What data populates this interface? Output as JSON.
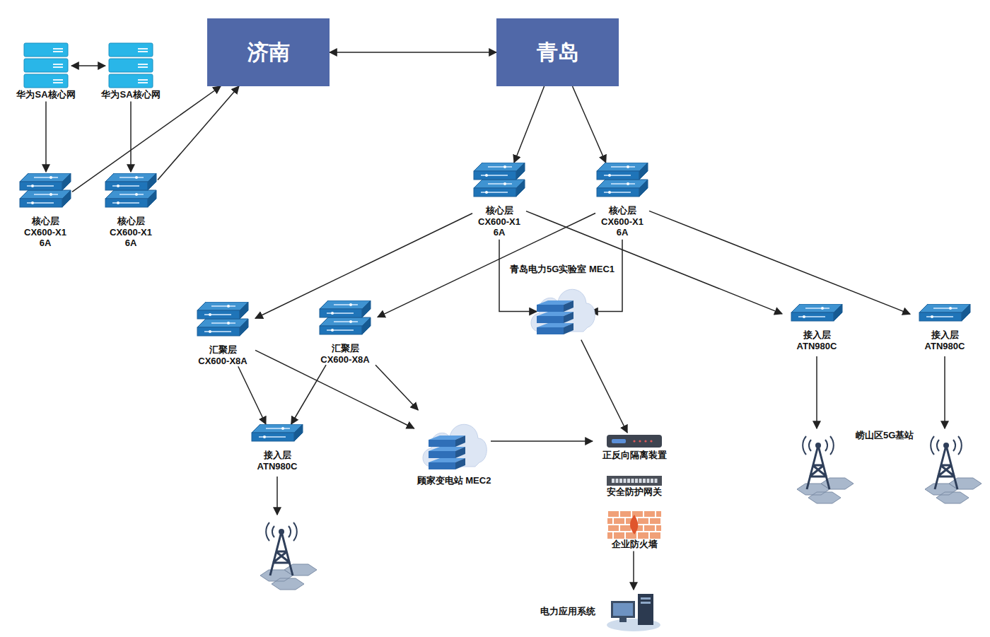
{
  "diagram": {
    "nodes": [
      {
        "text": [
          "济南"
        ]
      },
      {
        "text": [
          "青岛"
        ]
      },
      {
        "text": [
          "华为SA核心网"
        ]
      },
      {
        "text": [
          "华为SA核心网"
        ]
      },
      {
        "text": [
          "核心层 CX600-X1 6A"
        ]
      },
      {
        "text": [
          "核心层 CX600-X1 6A"
        ]
      },
      {
        "text": [
          "核心层 CX600-X1 6A"
        ]
      },
      {
        "text": [
          "核心层 CX600-X1 6A"
        ]
      },
      {
        "text": [
          "汇聚层 CX600-X8A"
        ]
      },
      {
        "text": [
          "汇聚层 CX600-X8A"
        ]
      },
      {
        "text": [
          "青岛电力5G实验室 MEC1"
        ]
      },
      {
        "text": [
          "接入层 ATN980C"
        ]
      },
      {
        "text": [
          "接入层 ATN980C"
        ]
      },
      {
        "text": [
          "接入层 ATN980C"
        ]
      },
      {
        "text": [
          "顾家变电站 MEC2"
        ]
      },
      {
        "text": [
          "正反向隔离装置"
        ]
      },
      {
        "text": [
          "安全防护网关"
        ]
      },
      {
        "text": [
          "企业防火墙"
        ]
      },
      {
        "text": [
          "电力应用系统"
        ]
      }
    ],
    "edges": [
      {
        "from": 2,
        "to": 3,
        "arrow": "both"
      },
      {
        "from": 2,
        "to": 4,
        "arrow": "to"
      },
      {
        "from": 3,
        "to": 5,
        "arrow": "to"
      },
      {
        "from": 4,
        "to": 0,
        "arrow": "to"
      },
      {
        "from": 5,
        "to": 0,
        "arrow": "to"
      },
      {
        "from": 0,
        "to": 1,
        "arrow": "both"
      },
      {
        "from": 1,
        "to": 6,
        "arrow": "to"
      },
      {
        "from": 1,
        "to": 7,
        "arrow": "to"
      },
      {
        "from": 6,
        "to": 8,
        "arrow": "to"
      },
      {
        "from": 7,
        "to": 9,
        "arrow": "to"
      },
      {
        "from": 6,
        "to": 11,
        "arrow": "to"
      },
      {
        "from": 7,
        "to": 12,
        "arrow": "to"
      },
      {
        "from": 6,
        "to": 10,
        "arrow": "to"
      },
      {
        "from": 7,
        "to": 10,
        "arrow": "to"
      },
      {
        "from": 8,
        "to": 13,
        "arrow": "to"
      },
      {
        "from": 9,
        "to": 13,
        "arrow": "to"
      },
      {
        "from": 8,
        "to": 14,
        "arrow": "to"
      },
      {
        "from": 9,
        "to": 14,
        "arrow": "to"
      },
      {
        "from": 10,
        "to": 15,
        "arrow": "to"
      },
      {
        "from": 14,
        "to": 15,
        "arrow": "to"
      },
      {
        "from": 17,
        "to": 18,
        "arrow": "to"
      }
    ],
    "labels": [
      "崂山区5G基站"
    ]
  }
}
